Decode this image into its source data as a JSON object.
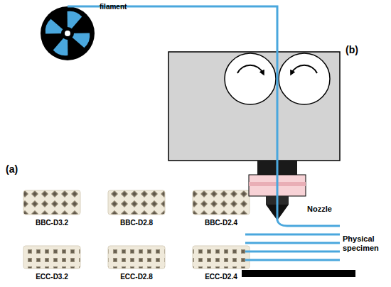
{
  "diagram": {
    "labels": [
      "filament",
      "(b)",
      "(a)",
      "BBC-D3.2",
      "BBC-D2.8",
      "BBC-D2.4",
      "Nozzle",
      "Physical specimen",
      "ECC-D3.2",
      "ECC-D2.8",
      "ECC-D2.4"
    ]
  }
}
